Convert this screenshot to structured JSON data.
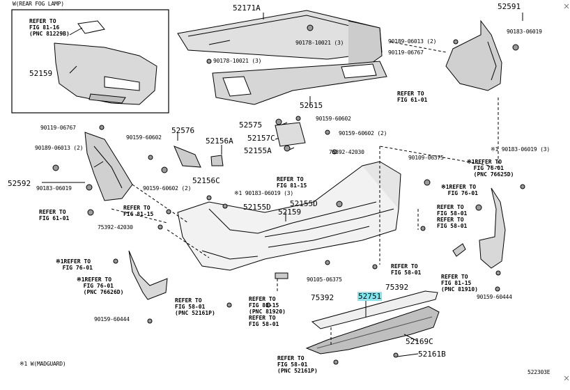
{
  "inset": {
    "title": "W(REAR FOG LAMP)",
    "ref": "REFER TO\nFIG 81-16\n(PNC 81229B)",
    "part": "52159"
  },
  "parts": {
    "p52171A": "52171A",
    "p52591": "52591",
    "p90178a": "90178-10021 (3)",
    "p90178b": "90178-10021 (3)",
    "p90189r": "90189-06013 (2)",
    "p90183r": "90183-06019",
    "p90119r": "90119-06767",
    "p52615": "52615",
    "p52575": "52575",
    "p90159a": "90159-60602",
    "p52157C": "52157C",
    "p90159b": "90159-60602 (2)",
    "p52155A": "52155A",
    "p90119l": "90119-06767",
    "p52576": "52576",
    "p90189l": "90189-06013 (2)",
    "p90159c": "90159-60602",
    "p52156A": "52156A",
    "p75392a": "75392-42030",
    "p90109": "90109-06375",
    "p90183a": "※1 90183-06019 (3)",
    "p52592": "52592",
    "p90183l": "90183-06019",
    "p90159d": "90159-60602 (2)",
    "p52156C": "52156C",
    "p90183b": "※1 90183-06019 (3)",
    "p52155D": "52155D",
    "p52155D2": "52155D",
    "p52159": "52159",
    "p75392b": "75392-42030",
    "p90105": "90105-06375",
    "p75392c": "75392",
    "p75392d": "75392",
    "p52751": "52751",
    "p90159e": "90159-60444",
    "p90159f": "90159-60444",
    "p52169C": "52169C",
    "p52161B": "52161B"
  },
  "refs": {
    "r1": "REFER TO\nFIG 61-01",
    "r2": "REFER TO\nFIG 81-15",
    "r3": "※1REFER TO\n  FIG 76-01\n  (PNC 76625D)",
    "r4": "※1REFER TO\n  FIG 76-01",
    "r5": "REFER TO\nFIG 61-01",
    "r6": "REFER TO\nFIG 81-15",
    "r7": "REFER TO\nFIG 58-01\nREFER TO\nFIG 58-01",
    "r8": "※1REFER TO\n  FIG 76-01",
    "r9": "※1REFER TO\n  FIG 76-01\n  (PNC 76626D)",
    "r10": "REFER TO\nFIG 58-01\n(PNC 52161P)",
    "r11": "REFER TO\nFIG 81-15\n(PNC 81920)\nREFER TO\nFIG 58-01",
    "r12": "REFER TO\nFIG 58-01",
    "r13": "REFER TO\nFIG 81-15\n(PNC 81910)",
    "r14": "REFER TO\nFIG 58-01\n(PNC 52161P)"
  },
  "footer": {
    "note": "※1 W(MADGUARD)",
    "code": "522303E"
  },
  "colors": {
    "highlight": "#7fe8f0",
    "line": "#000000",
    "shade": "#bfbfbf"
  }
}
